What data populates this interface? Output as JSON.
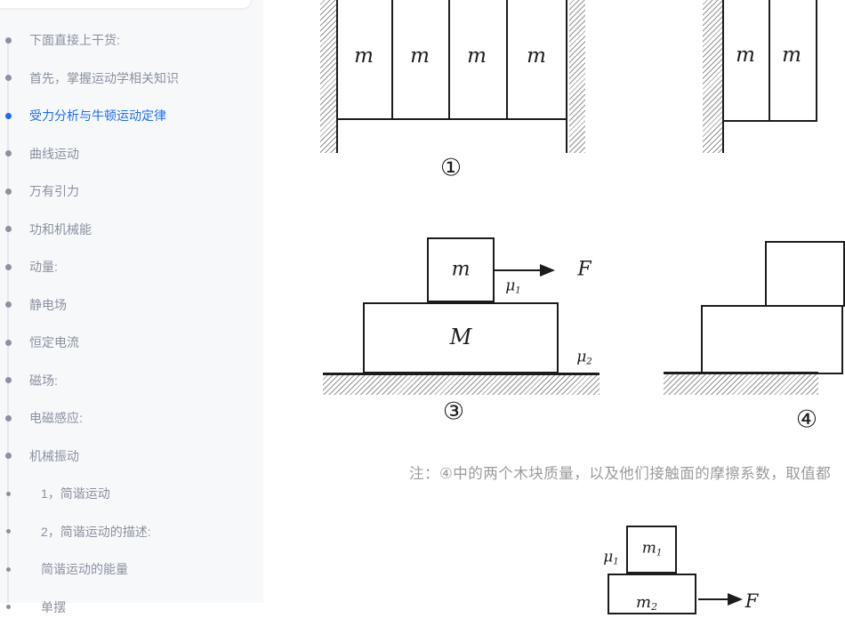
{
  "colors": {
    "accent": "#1a6ef5",
    "sidebar_text": "#8a919f",
    "note_text": "#9b9b9b",
    "line": "#1c1c1c"
  },
  "sidebar": {
    "items": [
      {
        "label": "下面直接上干货:",
        "level": 1,
        "active": false
      },
      {
        "label": "首先，掌握运动学相关知识",
        "level": 1,
        "active": false
      },
      {
        "label": "受力分析与牛顿运动定律",
        "level": 1,
        "active": true
      },
      {
        "label": "曲线运动",
        "level": 1,
        "active": false
      },
      {
        "label": "万有引力",
        "level": 1,
        "active": false
      },
      {
        "label": "功和机械能",
        "level": 1,
        "active": false
      },
      {
        "label": "动量:",
        "level": 1,
        "active": false
      },
      {
        "label": "静电场",
        "level": 1,
        "active": false
      },
      {
        "label": "恒定电流",
        "level": 1,
        "active": false
      },
      {
        "label": "磁场:",
        "level": 1,
        "active": false
      },
      {
        "label": "电磁感应:",
        "level": 1,
        "active": false
      },
      {
        "label": "机械振动",
        "level": 1,
        "active": false
      },
      {
        "label": "1，简谐运动",
        "level": 2,
        "active": false
      },
      {
        "label": "2，简谐运动的描述:",
        "level": 2,
        "active": false
      },
      {
        "label": "简谐运动的能量",
        "level": 2,
        "active": false
      },
      {
        "label": "单摆",
        "level": 2,
        "active": false
      }
    ]
  },
  "main": {
    "note": "注：④中的两个木块质量，以及他们接触面的摩擦系数，取值都",
    "diagram1": {
      "label": "①",
      "blocks": [
        "m",
        "m",
        "m",
        "m"
      ]
    },
    "diagram2": {
      "blocks": [
        "m",
        "m"
      ]
    },
    "diagram3": {
      "label": "③",
      "top_block": "m",
      "bottom_block": "M",
      "force": "F",
      "mu1": {
        "base": "μ",
        "sub": "1"
      },
      "mu2": {
        "base": "μ",
        "sub": "2"
      }
    },
    "diagram4": {
      "label": "④"
    },
    "diagram5": {
      "top_block": {
        "base": "m",
        "sub": "1"
      },
      "bottom_block": {
        "base": "m",
        "sub": "2"
      },
      "mu1": {
        "base": "μ",
        "sub": "1"
      },
      "force": "F"
    }
  }
}
